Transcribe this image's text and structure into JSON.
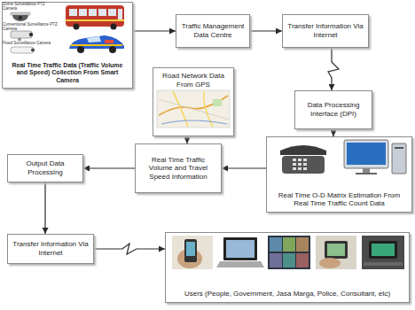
{
  "diagram": {
    "nodes": [
      {
        "text": [
          "Real Time Traffic Data (Traffic Volume and Speed) Collection From Smart Camera"
        ]
      },
      {
        "text": [
          "Traffic Management Data Centre"
        ]
      },
      {
        "text": [
          "Transfer Information Via Internet"
        ]
      },
      {
        "text": [
          "Data Processing Interface (DPI)"
        ]
      },
      {
        "text": [
          "Road Network Data From GPS"
        ]
      },
      {
        "text": [
          "Real Time Traffic Volume and Travel Speed Information"
        ]
      },
      {
        "text": [
          "Real Time O-D Matrix Estimation From Real Time Traffic Count Data"
        ]
      },
      {
        "text": [
          "Output Data Processing"
        ]
      },
      {
        "text": [
          "Transfer Information Via Internet"
        ]
      },
      {
        "text": [
          "Users (People, Government, Jasa Marga, Police, Consultant, etc)"
        ]
      }
    ],
    "edges": [
      {
        "from": 0,
        "to": 1,
        "arrow": "to"
      },
      {
        "from": 1,
        "to": 2,
        "arrow": "to"
      },
      {
        "from": 2,
        "to": 3,
        "arrow": "to"
      },
      {
        "from": 3,
        "to": 6,
        "arrow": "to"
      },
      {
        "from": 6,
        "to": 5,
        "arrow": "to"
      },
      {
        "from": 4,
        "to": 5,
        "arrow": "to"
      },
      {
        "from": 5,
        "to": 7,
        "arrow": "to"
      },
      {
        "from": 7,
        "to": 8,
        "arrow": "to"
      },
      {
        "from": 8,
        "to": 9,
        "arrow": "to"
      }
    ],
    "labels": [
      "Dome Surveillance PTZ Camera",
      "Conventional Surveillance PTZ Camera",
      "Fixed Surveillance Camera"
    ]
  }
}
